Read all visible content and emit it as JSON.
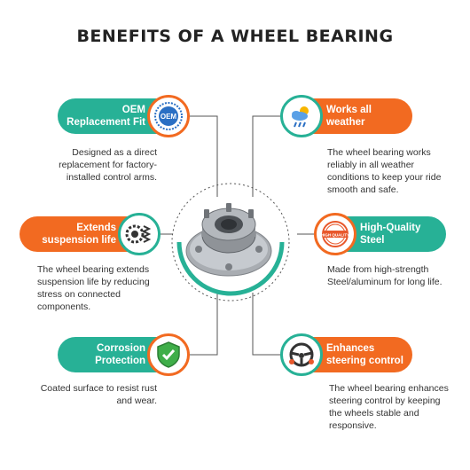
{
  "title": "BENEFITS OF A WHEEL BEARING",
  "colors": {
    "teal": "#27b196",
    "orange": "#f26a21",
    "line": "#555555"
  },
  "benefits": [
    {
      "label": "OEM Replacement Fit",
      "icon": "oem-seal-icon",
      "badge_text": "OEM",
      "description": "Designed as a direct replacement for factory-installed control arms."
    },
    {
      "label": "Works all weather",
      "icon": "weather-icon",
      "description": "The wheel bearing works reliably in all weather conditions to keep your ride smooth and safe."
    },
    {
      "label": "Extends suspension life",
      "icon": "suspension-gear-icon",
      "description": "The wheel bearing extends suspension life by reducing stress on connected components."
    },
    {
      "label": "High-Quality Steel",
      "icon": "quality-stamp-icon",
      "badge_text": "HIGH QUALITY",
      "description": "Made from high-strength Steel/aluminum for long life."
    },
    {
      "label": "Corrosion Protection",
      "icon": "shield-check-icon",
      "description": "Coated surface to resist rust and wear."
    },
    {
      "label": "Enhances steering control",
      "icon": "steering-wheel-icon",
      "description": "The wheel bearing enhances steering control by keeping the wheels stable and responsive."
    }
  ]
}
